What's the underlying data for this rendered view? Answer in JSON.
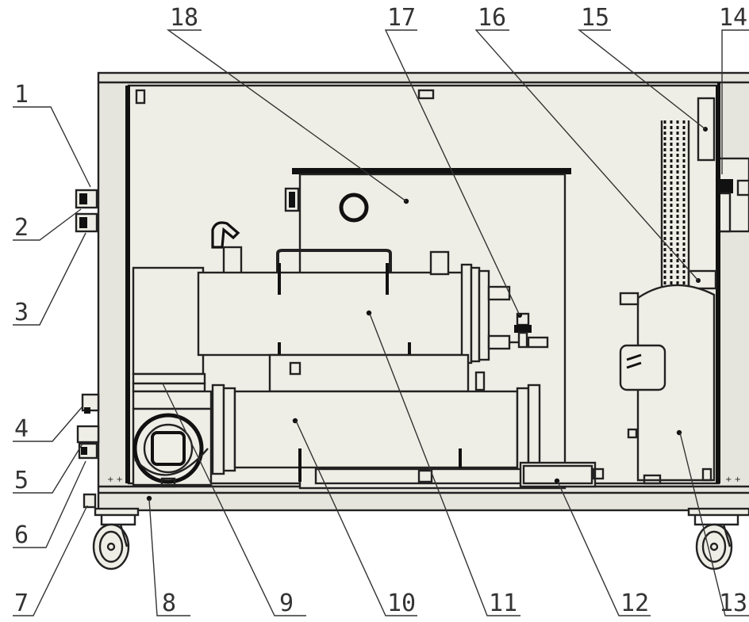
{
  "colors": {
    "panel": "#efeee6",
    "frame": "#e6e5dd",
    "line": "#222222",
    "label": "#333333"
  },
  "callouts": [
    {
      "id": "c1",
      "number": "1"
    },
    {
      "id": "c2",
      "number": "2"
    },
    {
      "id": "c3",
      "number": "3"
    },
    {
      "id": "c4",
      "number": "4"
    },
    {
      "id": "c5",
      "number": "5"
    },
    {
      "id": "c6",
      "number": "6"
    },
    {
      "id": "c7",
      "number": "7"
    },
    {
      "id": "c8",
      "number": "8"
    },
    {
      "id": "c9",
      "number": "9"
    },
    {
      "id": "c10",
      "number": "10"
    },
    {
      "id": "c11",
      "number": "11"
    },
    {
      "id": "c12",
      "number": "12"
    },
    {
      "id": "c13",
      "number": "13"
    },
    {
      "id": "c14",
      "number": "14"
    },
    {
      "id": "c15",
      "number": "15"
    },
    {
      "id": "c16",
      "number": "16"
    },
    {
      "id": "c17",
      "number": "17"
    },
    {
      "id": "c18",
      "number": "18"
    }
  ]
}
